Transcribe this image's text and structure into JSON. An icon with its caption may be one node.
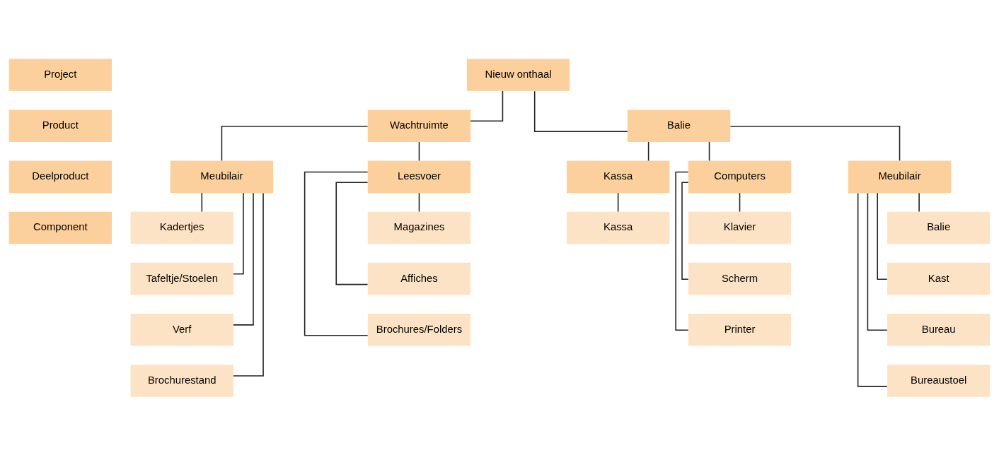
{
  "diagram": {
    "nodes": [
      {
        "text": [
          "Project"
        ]
      },
      {
        "text": [
          "Product"
        ]
      },
      {
        "text": [
          "Deelproduct"
        ]
      },
      {
        "text": [
          "Component"
        ]
      },
      {
        "text": [
          "Nieuw onthaal"
        ]
      },
      {
        "text": [
          "Wachtruimte"
        ]
      },
      {
        "text": [
          "Balie"
        ]
      },
      {
        "text": [
          "Meubilair"
        ]
      },
      {
        "text": [
          "Leesvoer"
        ]
      },
      {
        "text": [
          "Kassa"
        ]
      },
      {
        "text": [
          "Computers"
        ]
      },
      {
        "text": [
          "Meubilair"
        ]
      },
      {
        "text": [
          "Kadertjes"
        ]
      },
      {
        "text": [
          "Tafeltje/Stoelen"
        ]
      },
      {
        "text": [
          "Verf"
        ]
      },
      {
        "text": [
          "Brochurestand"
        ]
      },
      {
        "text": [
          "Magazines"
        ]
      },
      {
        "text": [
          "Affiches"
        ]
      },
      {
        "text": [
          "Brochures/Folders"
        ]
      },
      {
        "text": [
          "Kassa"
        ]
      },
      {
        "text": [
          "Klavier"
        ]
      },
      {
        "text": [
          "Scherm"
        ]
      },
      {
        "text": [
          "Printer"
        ]
      },
      {
        "text": [
          "Balie"
        ]
      },
      {
        "text": [
          "Kast"
        ]
      },
      {
        "text": [
          "Bureau"
        ]
      },
      {
        "text": [
          "Bureaustoel"
        ]
      }
    ],
    "edges": [
      {
        "from": 4,
        "to": 5,
        "arrow": "none"
      },
      {
        "from": 4,
        "to": 6,
        "arrow": "none"
      },
      {
        "from": 5,
        "to": 7,
        "arrow": "none"
      },
      {
        "from": 5,
        "to": 8,
        "arrow": "none"
      },
      {
        "from": 6,
        "to": 9,
        "arrow": "none"
      },
      {
        "from": 6,
        "to": 10,
        "arrow": "none"
      },
      {
        "from": 6,
        "to": 11,
        "arrow": "none"
      },
      {
        "from": 7,
        "to": 12,
        "arrow": "none"
      },
      {
        "from": 7,
        "to": 13,
        "arrow": "none"
      },
      {
        "from": 7,
        "to": 14,
        "arrow": "none"
      },
      {
        "from": 7,
        "to": 15,
        "arrow": "none"
      },
      {
        "from": 8,
        "to": 16,
        "arrow": "none"
      },
      {
        "from": 8,
        "to": 17,
        "arrow": "none"
      },
      {
        "from": 8,
        "to": 18,
        "arrow": "none"
      },
      {
        "from": 9,
        "to": 19,
        "arrow": "none"
      },
      {
        "from": 10,
        "to": 20,
        "arrow": "none"
      },
      {
        "from": 10,
        "to": 21,
        "arrow": "none"
      },
      {
        "from": 10,
        "to": 22,
        "arrow": "none"
      },
      {
        "from": 11,
        "to": 23,
        "arrow": "none"
      },
      {
        "from": 11,
        "to": 24,
        "arrow": "none"
      },
      {
        "from": 11,
        "to": 25,
        "arrow": "none"
      },
      {
        "from": 11,
        "to": 26,
        "arrow": "none"
      }
    ]
  }
}
